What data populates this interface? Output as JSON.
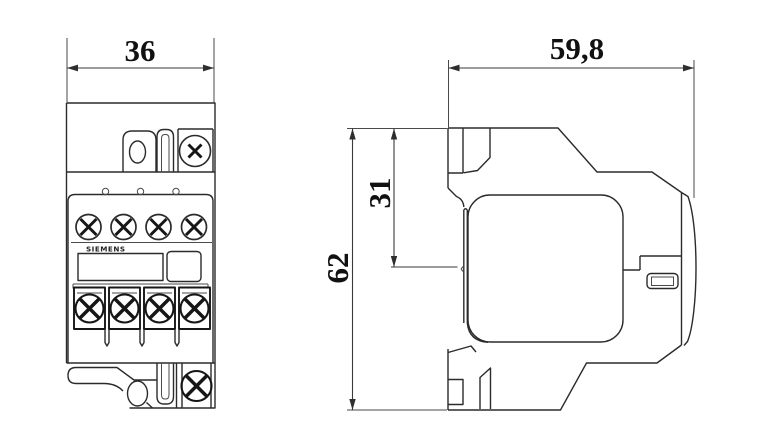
{
  "drawing": {
    "brand": "SIEMENS",
    "dimensions": {
      "front_width": "36",
      "side_width": "59,8",
      "side_height": "62",
      "side_rail_offset": "31"
    },
    "colors": {
      "background": "#ffffff",
      "line": "#2b2b2b",
      "line_bold": "#161616",
      "dimension_line": "#3a3a3a",
      "text": "#111111"
    }
  }
}
